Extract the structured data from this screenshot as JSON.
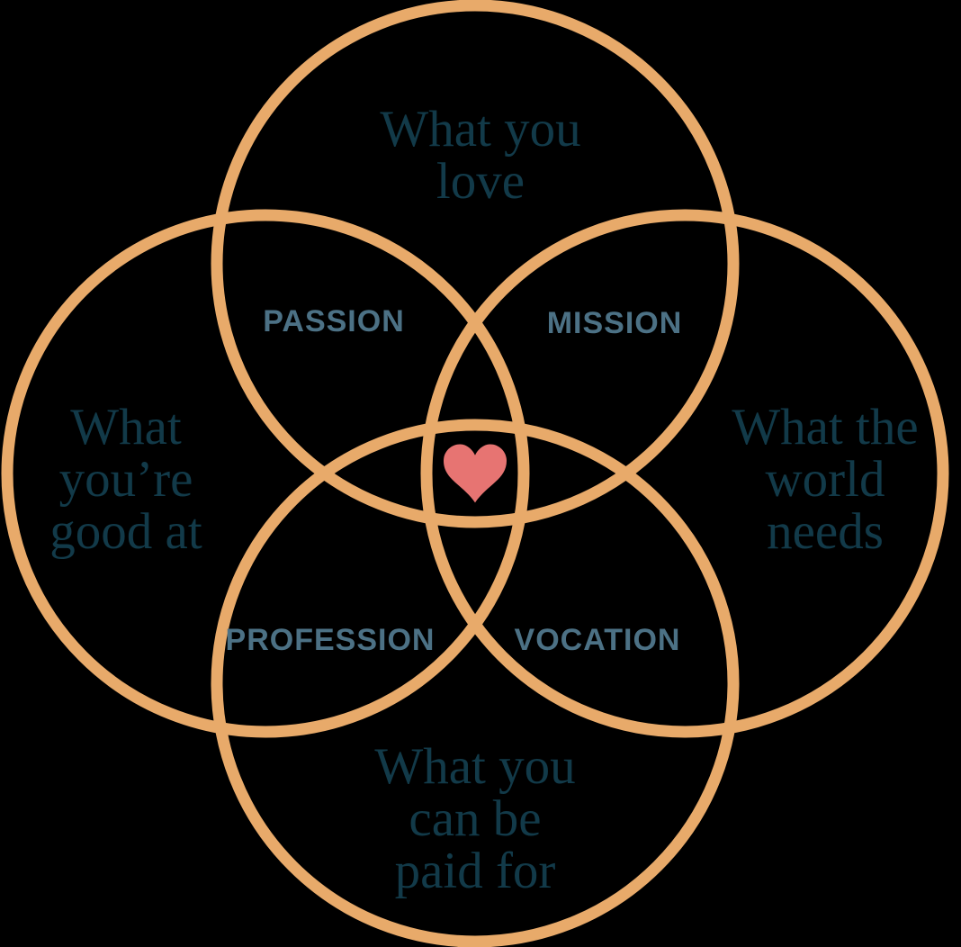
{
  "colors": {
    "background": "#000000",
    "circle_stroke": "#E8AA6A",
    "serif_text": "#123A49",
    "label_text": "#4C7185",
    "heart": "#E77472"
  },
  "circles": {
    "love": {
      "lines": [
        "What you",
        "love"
      ]
    },
    "good_at": {
      "lines": [
        "What",
        "you’re",
        "good at"
      ]
    },
    "world_needs": {
      "lines": [
        "What the",
        "world",
        "needs"
      ]
    },
    "paid_for": {
      "lines": [
        "What you",
        "can be",
        "paid for"
      ]
    }
  },
  "intersections": {
    "passion": "PASSION",
    "mission": "MISSION",
    "profession": "PROFESSION",
    "vocation": "VOCATION"
  },
  "center": {
    "icon": "heart-icon"
  }
}
